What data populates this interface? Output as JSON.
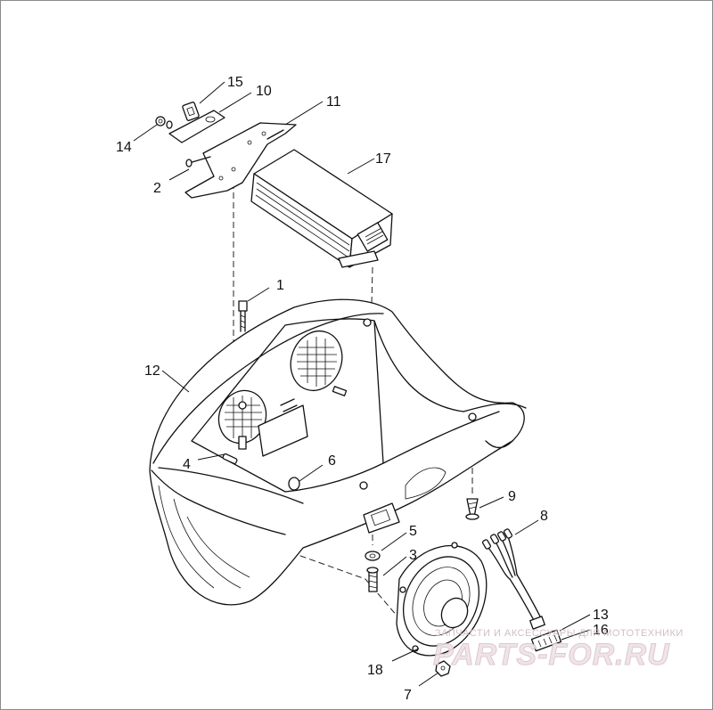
{
  "callouts": [
    {
      "id": "1",
      "label": "1"
    },
    {
      "id": "2",
      "label": "2"
    },
    {
      "id": "3",
      "label": "3"
    },
    {
      "id": "4",
      "label": "4"
    },
    {
      "id": "5",
      "label": "5"
    },
    {
      "id": "6",
      "label": "6"
    },
    {
      "id": "7",
      "label": "7"
    },
    {
      "id": "8",
      "label": "8"
    },
    {
      "id": "9",
      "label": "9"
    },
    {
      "id": "10",
      "label": "10"
    },
    {
      "id": "11",
      "label": "11"
    },
    {
      "id": "12",
      "label": "12"
    },
    {
      "id": "13",
      "label": "13"
    },
    {
      "id": "14",
      "label": "14"
    },
    {
      "id": "15",
      "label": "15"
    },
    {
      "id": "16",
      "label": "16"
    },
    {
      "id": "17",
      "label": "17"
    },
    {
      "id": "18",
      "label": "18"
    }
  ],
  "watermark": {
    "tagline": "ЗАПЧАСТИ И АКСЕССУАРЫ ДЛЯ МОТОТЕХНИКИ",
    "brand": "PARTS-FOR.RU"
  },
  "colors": {
    "line": "#111111",
    "background": "#ffffff",
    "watermark": "#d9c3ca"
  }
}
